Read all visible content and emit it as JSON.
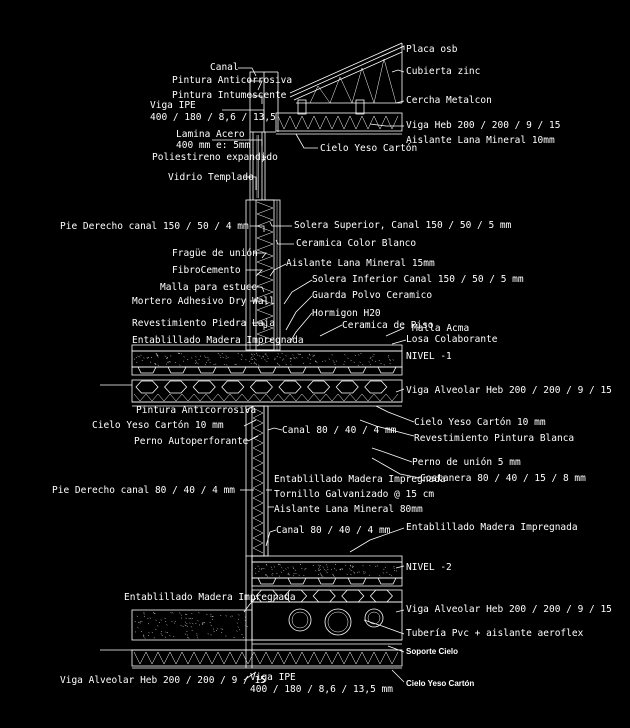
{
  "labels": {
    "canal": "Canal",
    "pintura_anticorrosiva_top": "Pintura Anticorrosiva",
    "pintura_intumescente": "Pintura Intumescente",
    "viga_ipe_top_1": "Viga IPE",
    "viga_ipe_top_2": "400 / 180 / 8,6 / 13,5",
    "lamina_acero_1": "Lamina Acero",
    "lamina_acero_2": "400 mm e: 5mm",
    "poliestireno": "Poliestireno expandido",
    "vidrio": "Vidrio Templado",
    "pie_derecho_150": "Pie Derecho canal 150 / 50 / 4  mm",
    "fragua": "Fragüe de unión",
    "fibrocemento": "FibroCemento",
    "malla": "Malla para estuco",
    "mortero": "Mortero Adhesivo Dry Wall",
    "revestimiento_piedra": "Revestimiento Piedra Laja",
    "entablillado_top": "Entablillado Madera Impregnada",
    "placa_osb": "Placa osb",
    "cubierta_zinc": "Cubierta zinc",
    "cercha": "Cercha Metalcon",
    "viga_heb_top": "Viga Heb 200 / 200 / 9 / 15",
    "aislante_10": "Aislante Lana Mineral 10mm",
    "cielo_yeso_top": "Cielo Yeso Cartón",
    "solera_superior": "Solera Superior, Canal 150 / 50 / 5 mm",
    "ceramica_blanco": "Ceramica Color Blanco",
    "aislante_15": "Aislante Lana Mineral 15mm",
    "solera_inferior": "Solera Inferior Canal 150 / 50 / 5 mm",
    "guarda_polvo": "Guarda Polvo Ceramico",
    "hormigon": "Hormigon H20",
    "ceramica_piso": "Ceramica de Piso",
    "malla_acma": "Malla Acma",
    "losa": "Losa Colaborante",
    "nivel_1": "NIVEL -1",
    "viga_alveolar_1": "Viga Alveolar Heb 200 / 200 / 9 / 15",
    "pintura_anticorrosiva_mid": "Pintura Anticorrosiva",
    "cielo_yeso_10_left": "Cielo Yeso Cartón 10 mm",
    "perno_auto": "Perno Autoperforante",
    "canal_80_a": "Canal 80 / 40 / 4 mm",
    "cielo_yeso_10_right": "Cielo Yeso Cartón 10 mm",
    "revestimiento_pintura": "Revestimiento Pintura Blanca",
    "perno_union": "Perno de unión 5 mm",
    "costanera": "Costanera 80 / 40 / 15 / 8 mm",
    "pie_derecho_80": "Pie Derecho canal 80  / 40 / 4 mm",
    "entablillado_mid": "Entablillado Madera Impregnada",
    "tornillo": "Tornillo Galvanizado @ 15 cm",
    "aislante_80": "Aislante Lana Mineral 80mm",
    "canal_80_b": "Canal 80 / 40 / 4 mm",
    "entablillado_right": "Entablillado Madera Impregnada",
    "nivel_2": "NIVEL -2",
    "entablillado_bottom": "Entablillado Madera Impregnada",
    "viga_alveolar_2": "Viga Alveolar Heb 200 / 200 / 9 / 15",
    "tuberia": "Tubería Pvc + aislante aeroflex",
    "soporte_cielo": "Soporte Cielo",
    "viga_alveolar_bottom": "Viga Alveolar Heb 200 / 200 / 9 / 15",
    "viga_ipe_bottom_1": "Viga IPE",
    "viga_ipe_bottom_2": "400 / 180 / 8,6 / 13,5   mm",
    "cielo_yeso_bottom": "Cielo Yeso Cartón"
  },
  "colors": {
    "background": "#000000",
    "ink": "#ffffff"
  }
}
